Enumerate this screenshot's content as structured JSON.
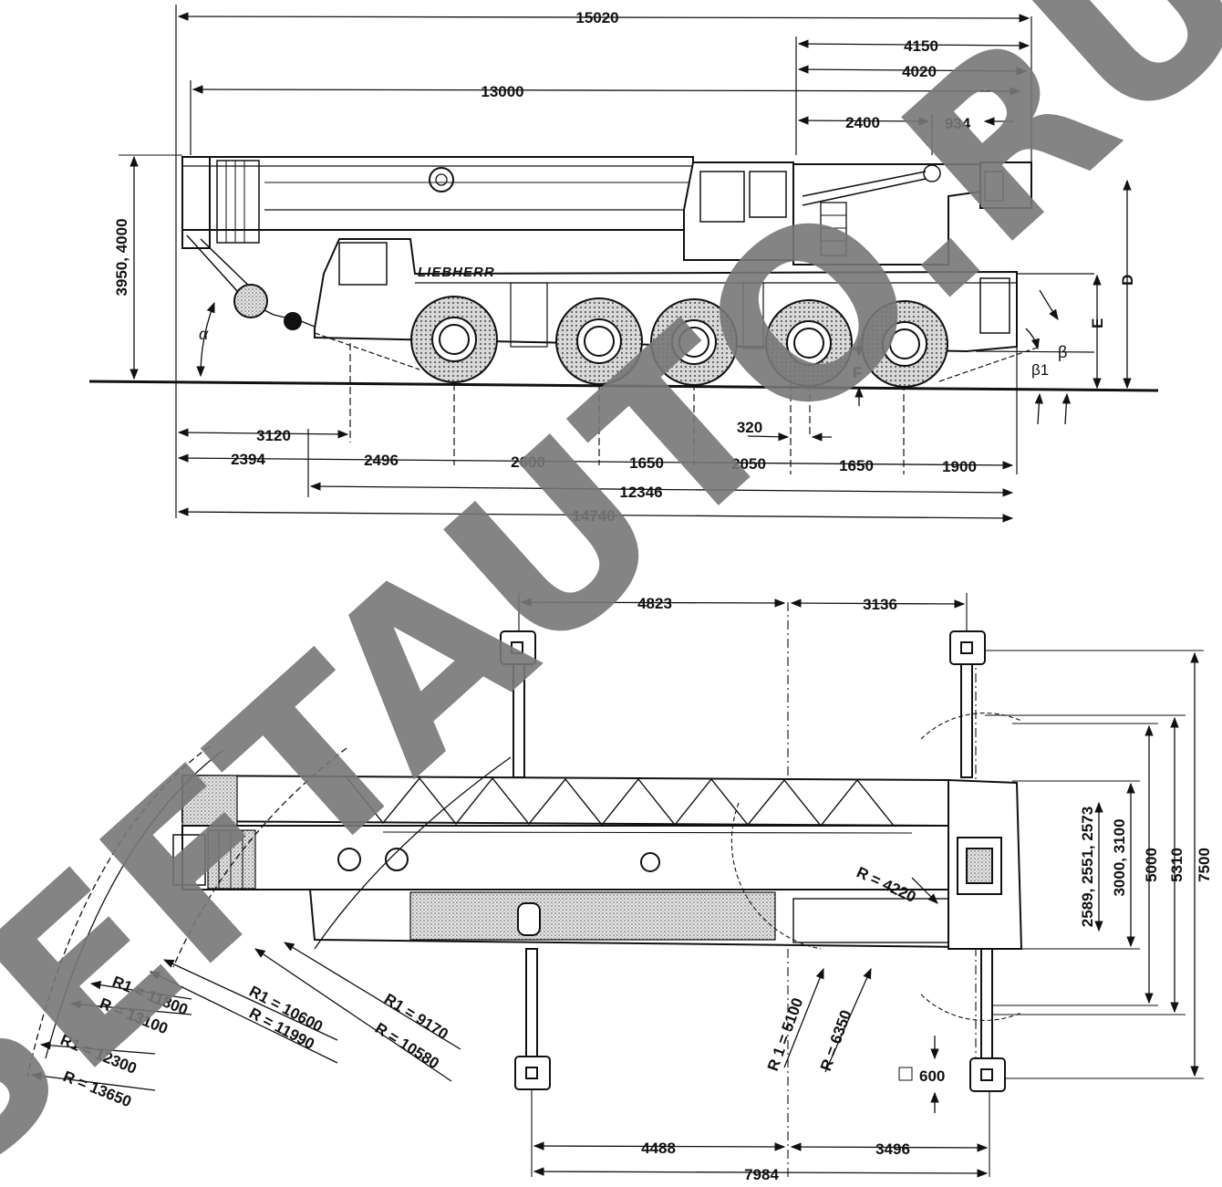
{
  "colors": {
    "ink": "#111111",
    "paper": "#ffffff",
    "watermark": "#777777",
    "shade": "#cfcfcf"
  },
  "watermark": "SEFTAUTO.RU",
  "side_view": {
    "cab_brand": "LIEBHERR",
    "top_dims": {
      "total_length": "15020",
      "rear_overhang": "4150",
      "rear_overhang_2": "4020",
      "boom_to_front": "13000",
      "cab_offset": "2400",
      "counterweight": "934"
    },
    "left_height": "3950, 4000",
    "angles": {
      "alpha": "α",
      "beta": "β",
      "beta1": "β1"
    },
    "right_labels": {
      "d": "D",
      "e": "E",
      "f": "F"
    },
    "bottom_dims": {
      "front_to_cab": "3120",
      "front_overhang": "2394",
      "axle_1_2": "2496",
      "axle_2_3": "2600",
      "axle_3_4": "1650",
      "axle_4_5": "2050",
      "axle_5_6": "1650",
      "rear_overhang_bottom": "1900",
      "slew_offset": "320",
      "wheelbase": "12346",
      "overall_length": "14740"
    }
  },
  "top_view": {
    "top_dims": {
      "outrigger_front": "4823",
      "outrigger_rear": "3136"
    },
    "bottom_dims": {
      "support_front": "4488",
      "support_rear": "3496",
      "support_total": "7984"
    },
    "pad_size": "600",
    "right_dims": {
      "width_set": "2589, 2551, 2573",
      "width_set_2": "3000, 3100",
      "support_5000": "5000",
      "support_5310": "5310",
      "support_7500": "7500"
    },
    "tail_radius": "R = 4220",
    "radii": [
      "R1 = 11800",
      "R = 13100",
      "R1 = 12300",
      "R = 13650",
      "R1 = 10600",
      "R = 11990",
      "R1 = 9170",
      "R = 10580",
      "R 1 = 5100",
      "R = 6350"
    ]
  }
}
